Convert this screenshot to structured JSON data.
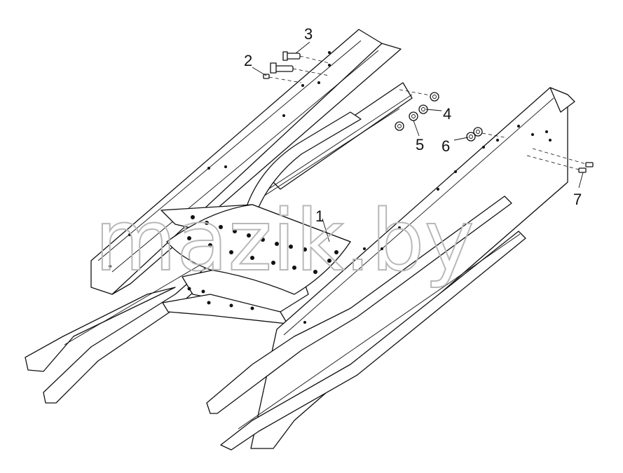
{
  "watermark": "mazik.by",
  "callouts": [
    {
      "id": "1",
      "label": "1"
    },
    {
      "id": "2",
      "label": "2"
    },
    {
      "id": "3",
      "label": "3"
    },
    {
      "id": "4",
      "label": "4"
    },
    {
      "id": "5",
      "label": "5"
    },
    {
      "id": "6",
      "label": "6"
    },
    {
      "id": "7",
      "label": "7"
    }
  ]
}
